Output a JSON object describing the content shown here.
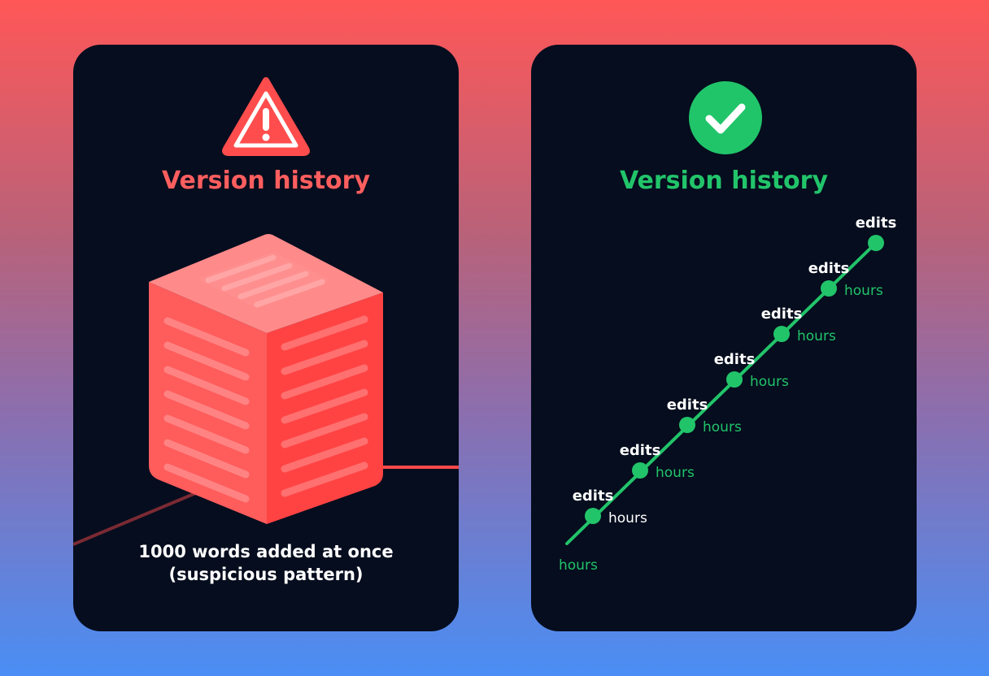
{
  "left_panel": {
    "title": "Version history",
    "caption_line1": "1000 words added at once",
    "caption_line2": "(suspicious pattern)",
    "icon": "warning-triangle-icon",
    "accent_color": "#ff5e5e"
  },
  "right_panel": {
    "title": "Version history",
    "icon": "checkmark-circle-icon",
    "accent_color": "#22c46a",
    "start_label": "hours",
    "milestones": [
      {
        "edit_label": "edits",
        "time_label": "hours"
      },
      {
        "edit_label": "edits",
        "time_label": "hours"
      },
      {
        "edit_label": "edits",
        "time_label": "hours"
      },
      {
        "edit_label": "edits",
        "time_label": "hours"
      },
      {
        "edit_label": "edits",
        "time_label": "hours"
      },
      {
        "edit_label": "edits",
        "time_label": "hours"
      },
      {
        "edit_label": "edits"
      }
    ]
  }
}
